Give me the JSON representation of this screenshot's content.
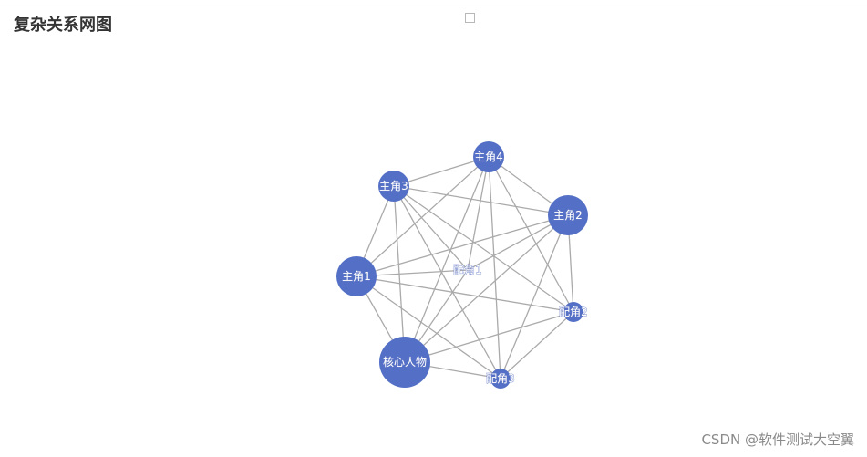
{
  "title": "复杂关系网图",
  "watermark": "CSDN @软件测试大空翼",
  "colors": {
    "node": "#5470c6",
    "edge": "#aaaaaa",
    "label": "#ffffff"
  },
  "toolbox": {
    "icon": "square-outline-icon"
  },
  "graph": {
    "nodes": [
      {
        "id": "n0",
        "name": "核心人物",
        "size": 56
      },
      {
        "id": "n1",
        "name": "主角1",
        "size": 44
      },
      {
        "id": "n2",
        "name": "主角2",
        "size": 44
      },
      {
        "id": "n3",
        "name": "主角3",
        "size": 34
      },
      {
        "id": "n4",
        "name": "主角4",
        "size": 34
      },
      {
        "id": "n5",
        "name": "配角1",
        "size": 0
      },
      {
        "id": "n6",
        "name": "配角2",
        "size": 22
      },
      {
        "id": "n7",
        "name": "配角3",
        "size": 22
      }
    ],
    "edges": [
      [
        "n0",
        "n1"
      ],
      [
        "n0",
        "n2"
      ],
      [
        "n0",
        "n3"
      ],
      [
        "n0",
        "n4"
      ],
      [
        "n0",
        "n5"
      ],
      [
        "n0",
        "n6"
      ],
      [
        "n0",
        "n7"
      ],
      [
        "n1",
        "n2"
      ],
      [
        "n1",
        "n3"
      ],
      [
        "n1",
        "n4"
      ],
      [
        "n1",
        "n5"
      ],
      [
        "n1",
        "n6"
      ],
      [
        "n1",
        "n7"
      ],
      [
        "n2",
        "n3"
      ],
      [
        "n2",
        "n4"
      ],
      [
        "n2",
        "n5"
      ],
      [
        "n2",
        "n6"
      ],
      [
        "n2",
        "n7"
      ],
      [
        "n3",
        "n4"
      ],
      [
        "n3",
        "n5"
      ],
      [
        "n3",
        "n6"
      ],
      [
        "n3",
        "n7"
      ],
      [
        "n4",
        "n5"
      ],
      [
        "n4",
        "n6"
      ],
      [
        "n4",
        "n7"
      ],
      [
        "n6",
        "n7"
      ]
    ]
  }
}
